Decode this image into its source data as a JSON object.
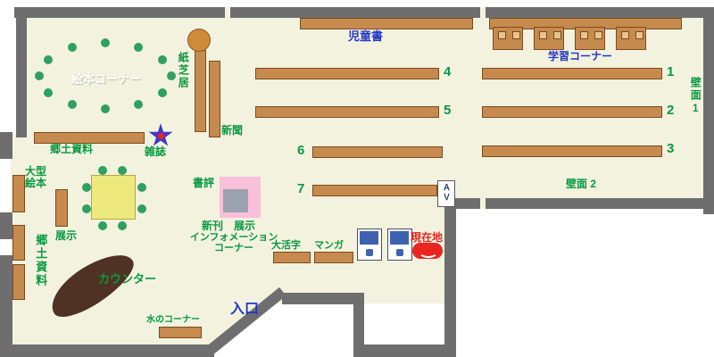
{
  "labels": {
    "picture_book_corner": "絵本コーナー",
    "kamishibai": "紙芝居",
    "newspaper": "新聞",
    "local_materials_top": "郷土資料",
    "magazines": "雑誌",
    "childrens_books": "児童書",
    "study_corner": "学習コーナー",
    "wall_face_1": "壁面1",
    "wall_face_2": "壁面 2",
    "large_picture_books": "大型\n絵本",
    "exhibit": "展示",
    "local_materials_left": "郷土資料",
    "book_review": "書評",
    "new_arrivals_exhibit": "新刊　展示",
    "information_corner": "インフォメーション\nコーナー",
    "large_print": "大活字",
    "manga": "マンガ",
    "current_location": "現在地",
    "counter": "カウンター",
    "water_corner": "水のコーナー",
    "entrance": "入口",
    "av": "ＡＶ"
  },
  "shelf_numbers": {
    "row1": "1",
    "row2": "2",
    "row3": "3",
    "row4": "4",
    "row5": "5",
    "row6": "6",
    "row7": "7"
  },
  "icons": {
    "magazine_marker": "star-icon",
    "current_location_marker": "you-are-here-marker"
  },
  "colors": {
    "floor": "#f3f2df",
    "wall": "#6e6e6e",
    "shelf": "#c78a4e",
    "green_label": "#089940",
    "blue_label": "#2438c8",
    "red_accent": "#e8251f",
    "counter": "#4f3224",
    "seat_green": "#2fa05f",
    "table_yellow": "#ede97c",
    "display_pink": "#f8c0da",
    "star_blue": "#4338c9"
  }
}
